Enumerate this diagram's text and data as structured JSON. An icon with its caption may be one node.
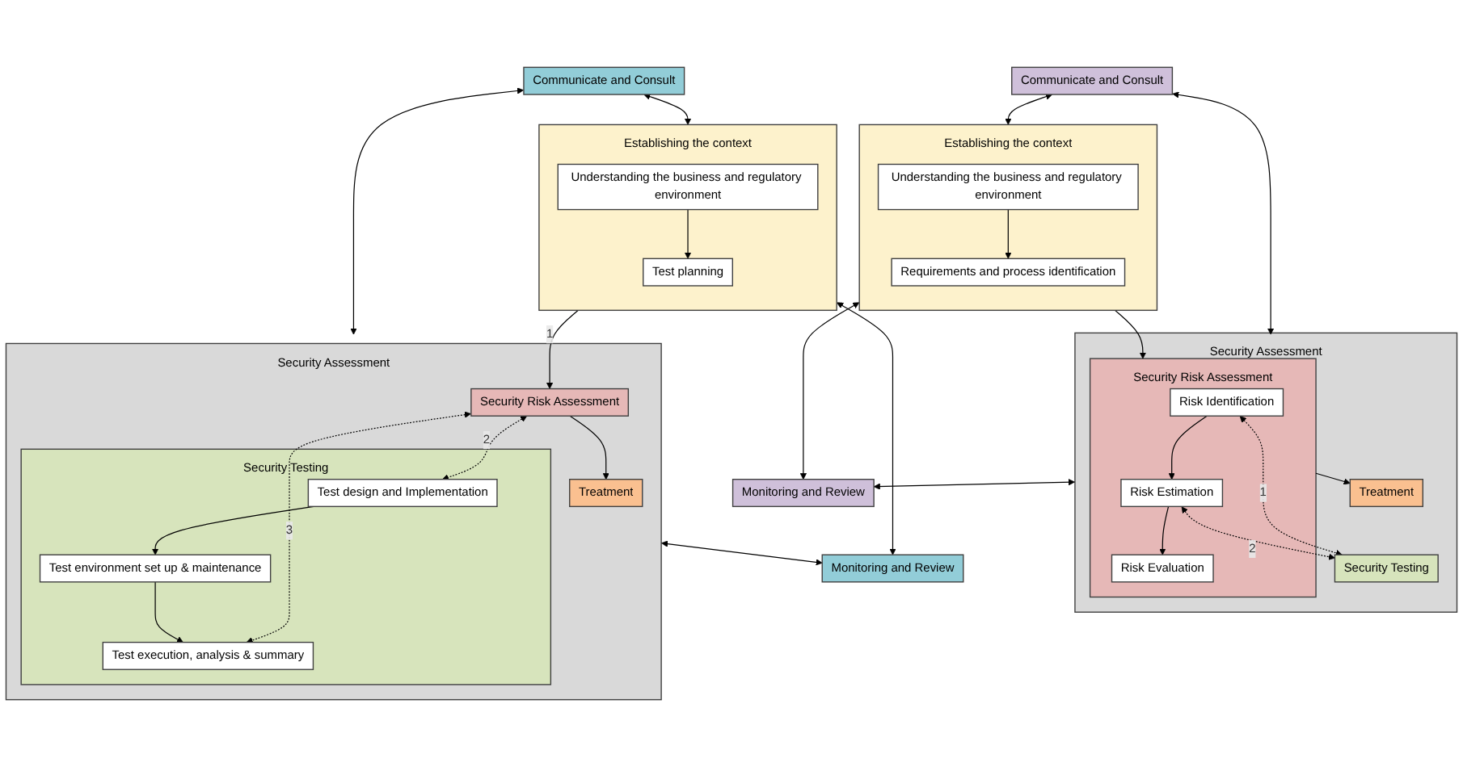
{
  "diagram": {
    "nodes": [
      {
        "text": [
          "Communicate and Consult"
        ]
      },
      {
        "text": [
          "Establishing the context"
        ]
      },
      {
        "text": [
          "Understanding the business and regulatory environment"
        ],
        "in": 1
      },
      {
        "text": [
          "Requirements and process identification"
        ],
        "in": 1
      },
      {
        "text": [
          "Security Assessment"
        ]
      },
      {
        "text": [
          "Security Risk Assessment"
        ],
        "in": 4
      },
      {
        "text": [
          "Risk Identification"
        ],
        "in": 5
      },
      {
        "text": [
          "Risk Estimation"
        ],
        "in": 5
      },
      {
        "text": [
          "Risk Evaluation"
        ],
        "in": 5
      },
      {
        "text": [
          "Security Testing"
        ],
        "in": 4
      },
      {
        "text": [
          "Treatment"
        ],
        "in": 4
      },
      {
        "text": [
          "Monitoring and Review"
        ]
      },
      {
        "text": [
          "Communicate and Consult"
        ]
      },
      {
        "text": [
          "Establishing the context"
        ]
      },
      {
        "text": [
          "Understanding the business and regulatory environment"
        ],
        "in": 13
      },
      {
        "text": [
          "Test planning"
        ],
        "in": 13
      },
      {
        "text": [
          "Security Assessment"
        ]
      },
      {
        "text": [
          "Security Risk Assessment"
        ],
        "in": 16
      },
      {
        "text": [
          "Security Testing"
        ],
        "in": 16
      },
      {
        "text": [
          "Test design and Implementation"
        ],
        "in": 18
      },
      {
        "text": [
          "Test environment set up & maintenance"
        ],
        "in": 18
      },
      {
        "text": [
          "Test execution, analysis & summary"
        ],
        "in": 18
      },
      {
        "text": [
          "Treatment"
        ],
        "in": 16
      },
      {
        "text": [
          "Monitoring and Review"
        ]
      }
    ],
    "edges": [
      {
        "from": 0,
        "to": 1,
        "arrow": "both"
      },
      {
        "from": 0,
        "to": 4,
        "arrow": "both"
      },
      {
        "from": 1,
        "to": 11,
        "arrow": "both"
      },
      {
        "from": 4,
        "to": 11,
        "arrow": "both"
      },
      {
        "from": 2,
        "to": 3,
        "arrow": "to"
      },
      {
        "from": 1,
        "to": 5,
        "arrow": "to"
      },
      {
        "from": 6,
        "to": 7,
        "arrow": "to"
      },
      {
        "from": 7,
        "to": 8,
        "arrow": "to"
      },
      {
        "from": 6,
        "to": 9,
        "arrow": "both",
        "style": "dashed",
        "label": "1"
      },
      {
        "from": 7,
        "to": 9,
        "arrow": "both",
        "style": "dashed",
        "label": "2"
      },
      {
        "from": 5,
        "to": 10,
        "arrow": "to"
      },
      {
        "from": 12,
        "to": 13,
        "arrow": "both"
      },
      {
        "from": 12,
        "to": 16,
        "arrow": "both"
      },
      {
        "from": 13,
        "to": 23,
        "arrow": "both"
      },
      {
        "from": 16,
        "to": 23,
        "arrow": "both"
      },
      {
        "from": 14,
        "to": 15,
        "arrow": "to"
      },
      {
        "from": 13,
        "to": 17,
        "arrow": "to",
        "label": "1"
      },
      {
        "from": 17,
        "to": 19,
        "arrow": "both",
        "style": "dashed",
        "label": "2"
      },
      {
        "from": 17,
        "to": 21,
        "arrow": "both",
        "style": "dashed",
        "label": "3"
      },
      {
        "from": 19,
        "to": 20,
        "arrow": "to"
      },
      {
        "from": 20,
        "to": 21,
        "arrow": "to"
      },
      {
        "from": 17,
        "to": 22,
        "arrow": "to"
      }
    ]
  }
}
